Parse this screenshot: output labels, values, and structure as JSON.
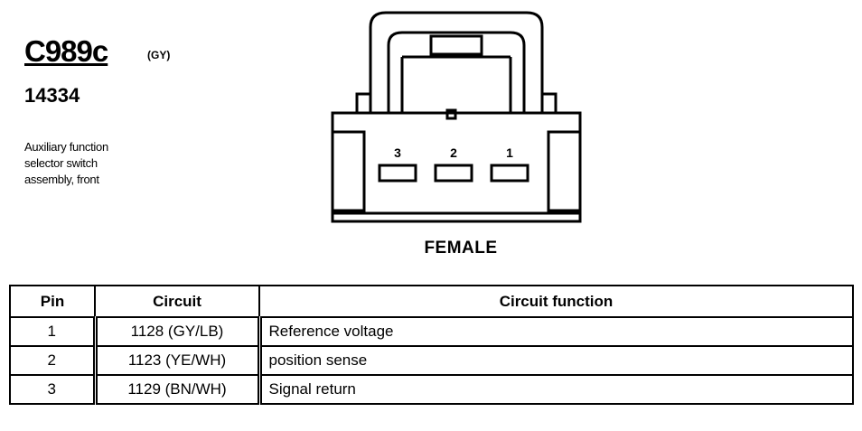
{
  "connector": {
    "id": "C989c",
    "color_code": "(GY)",
    "part_number": "14334",
    "description": [
      "Auxiliary function",
      "selector switch",
      "assembly, front"
    ],
    "gender": "FEMALE",
    "cavity_labels": [
      "3",
      "2",
      "1"
    ]
  },
  "table": {
    "headers": {
      "pin": "Pin",
      "circuit": "Circuit",
      "function": "Circuit function"
    },
    "rows": [
      {
        "pin": "1",
        "circuit": "1128 (GY/LB)",
        "function": "Reference voltage"
      },
      {
        "pin": "2",
        "circuit": "1123 (YE/WH)",
        "function": "position sense"
      },
      {
        "pin": "3",
        "circuit": "1129 (BN/WH)",
        "function": "Signal return"
      }
    ]
  }
}
